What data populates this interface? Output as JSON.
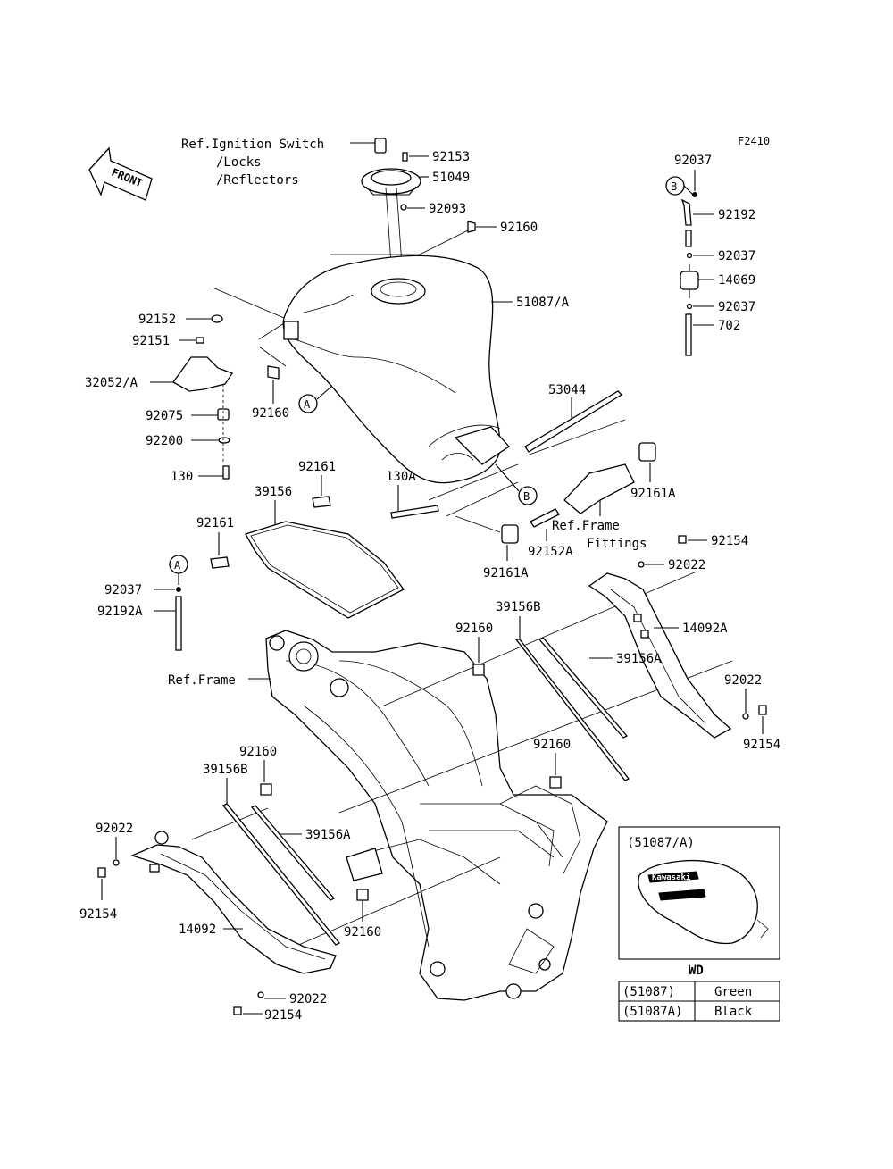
{
  "figure_code": "F2410",
  "front_arrow_label": "FRONT",
  "ref_labels": {
    "ignition_line1": "Ref.Ignition Switch",
    "ignition_line2": "/Locks",
    "ignition_line3": "/Reflectors",
    "frame_fittings_line1": "Ref.Frame",
    "frame_fittings_line2": "Fittings",
    "frame": "Ref.Frame"
  },
  "callouts": {
    "A": "A",
    "B": "B"
  },
  "part_labels": {
    "p92153": "92153",
    "p51049": "51049",
    "p92093": "92093",
    "p92160_top": "92160",
    "p51087A": "51087/A",
    "p92152": "92152",
    "p92151": "92151",
    "p32052A": "32052/A",
    "p92160_left": "92160",
    "p92075": "92075",
    "p92200": "92200",
    "p130": "130",
    "p92161_a": "92161",
    "p39156": "39156",
    "p92161_b": "92161",
    "p130A": "130A",
    "p53044": "53044",
    "p92161A_right": "92161A",
    "p92152A": "92152A",
    "p92161A_mid": "92161A",
    "p92037_top": "92037",
    "p92192": "92192",
    "p92037_mid": "92037",
    "p14069": "14069",
    "p92037_low": "92037",
    "p702": "702",
    "p92154_top": "92154",
    "p92022_top": "92022",
    "p14092A": "14092A",
    "p39156B_top": "39156B",
    "p92160_mid": "92160",
    "p39156A_right": "39156A",
    "p92022_right": "92022",
    "p92154_right": "92154",
    "p92160_center": "92160",
    "p92037_left": "92037",
    "p92192A": "92192A",
    "p92160_lower": "92160",
    "p39156B_low": "39156B",
    "p39156A_low": "39156A",
    "p92022_left": "92022",
    "p92154_left": "92154",
    "p14092": "14092",
    "p92160_bottom": "92160",
    "p92022_bottom": "92022",
    "p92154_bottom": "92154"
  },
  "inset": {
    "title": "(51087/A)",
    "tank_logo": "Kawasaki"
  },
  "color_table": {
    "header": "WD",
    "rows": [
      {
        "part": "(51087)",
        "color": "Green"
      },
      {
        "part": "(51087A)",
        "color": "Black"
      }
    ]
  }
}
